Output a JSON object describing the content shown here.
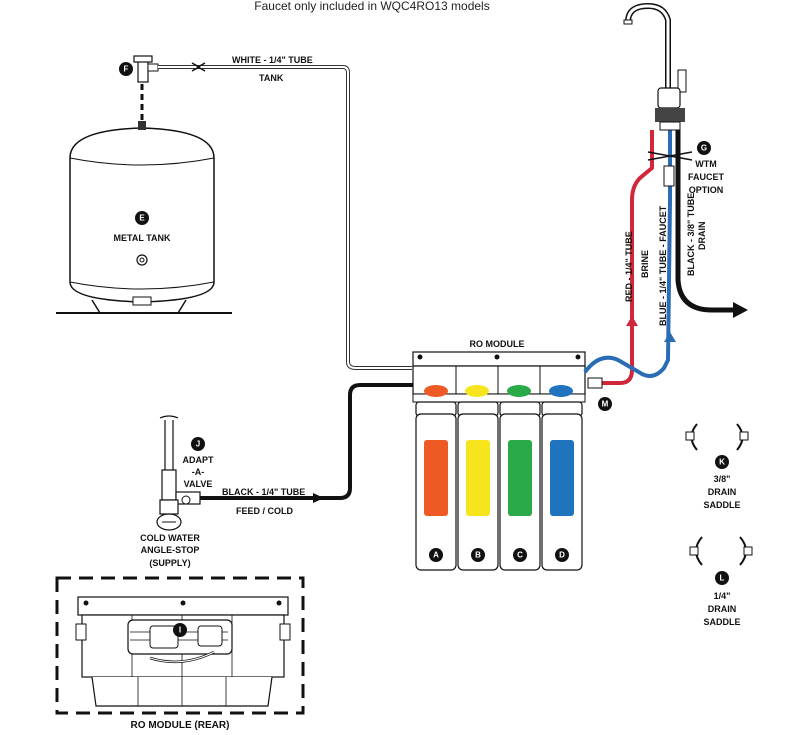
{
  "header_note": "Faucet only included in WQC4RO13 models",
  "labels": {
    "white_tube": "WHITE - 1/4\" TUBE",
    "tank": "TANK",
    "metal_tank": "METAL TANK",
    "ro_module": "RO MODULE",
    "ro_module_rear": "RO MODULE (REAR)",
    "black_tube": "BLACK - 1/4\" TUBE",
    "feed_cold": "FEED / COLD",
    "adapt": "ADAPT",
    "a": "-A-",
    "valve": "VALVE",
    "cold_water": "COLD WATER",
    "angle_stop": "ANGLE-STOP",
    "supply": "(SUPPLY)",
    "wtm": "WTM",
    "faucet": "FAUCET",
    "option": "OPTION",
    "red_tube": "RED - 1/4\" TUBE",
    "brine": "BRINE",
    "blue_tube": "BLUE - 1/4\" TUBE - FAUCET",
    "black_drain": "BLACK - 3/8\" TUBE",
    "drain": "DRAIN",
    "drain_saddle_38": [
      "3/8\"",
      "DRAIN",
      "SADDLE"
    ],
    "drain_saddle_14": [
      "1/4\"",
      "DRAIN",
      "SADDLE"
    ]
  },
  "badges": {
    "F": "F",
    "E": "E",
    "G": "G",
    "J": "J",
    "M": "M",
    "K": "K",
    "L": "L",
    "I": "I",
    "filters": [
      "A",
      "B",
      "C",
      "D"
    ]
  },
  "colors": {
    "filter_orange": "#ef5a24",
    "filter_yellow": "#f6e51c",
    "filter_green": "#2aa947",
    "filter_blue": "#1f74bd",
    "red_tube": "#d0283a",
    "blue_tube": "#2a6db5",
    "black": "#111111"
  }
}
